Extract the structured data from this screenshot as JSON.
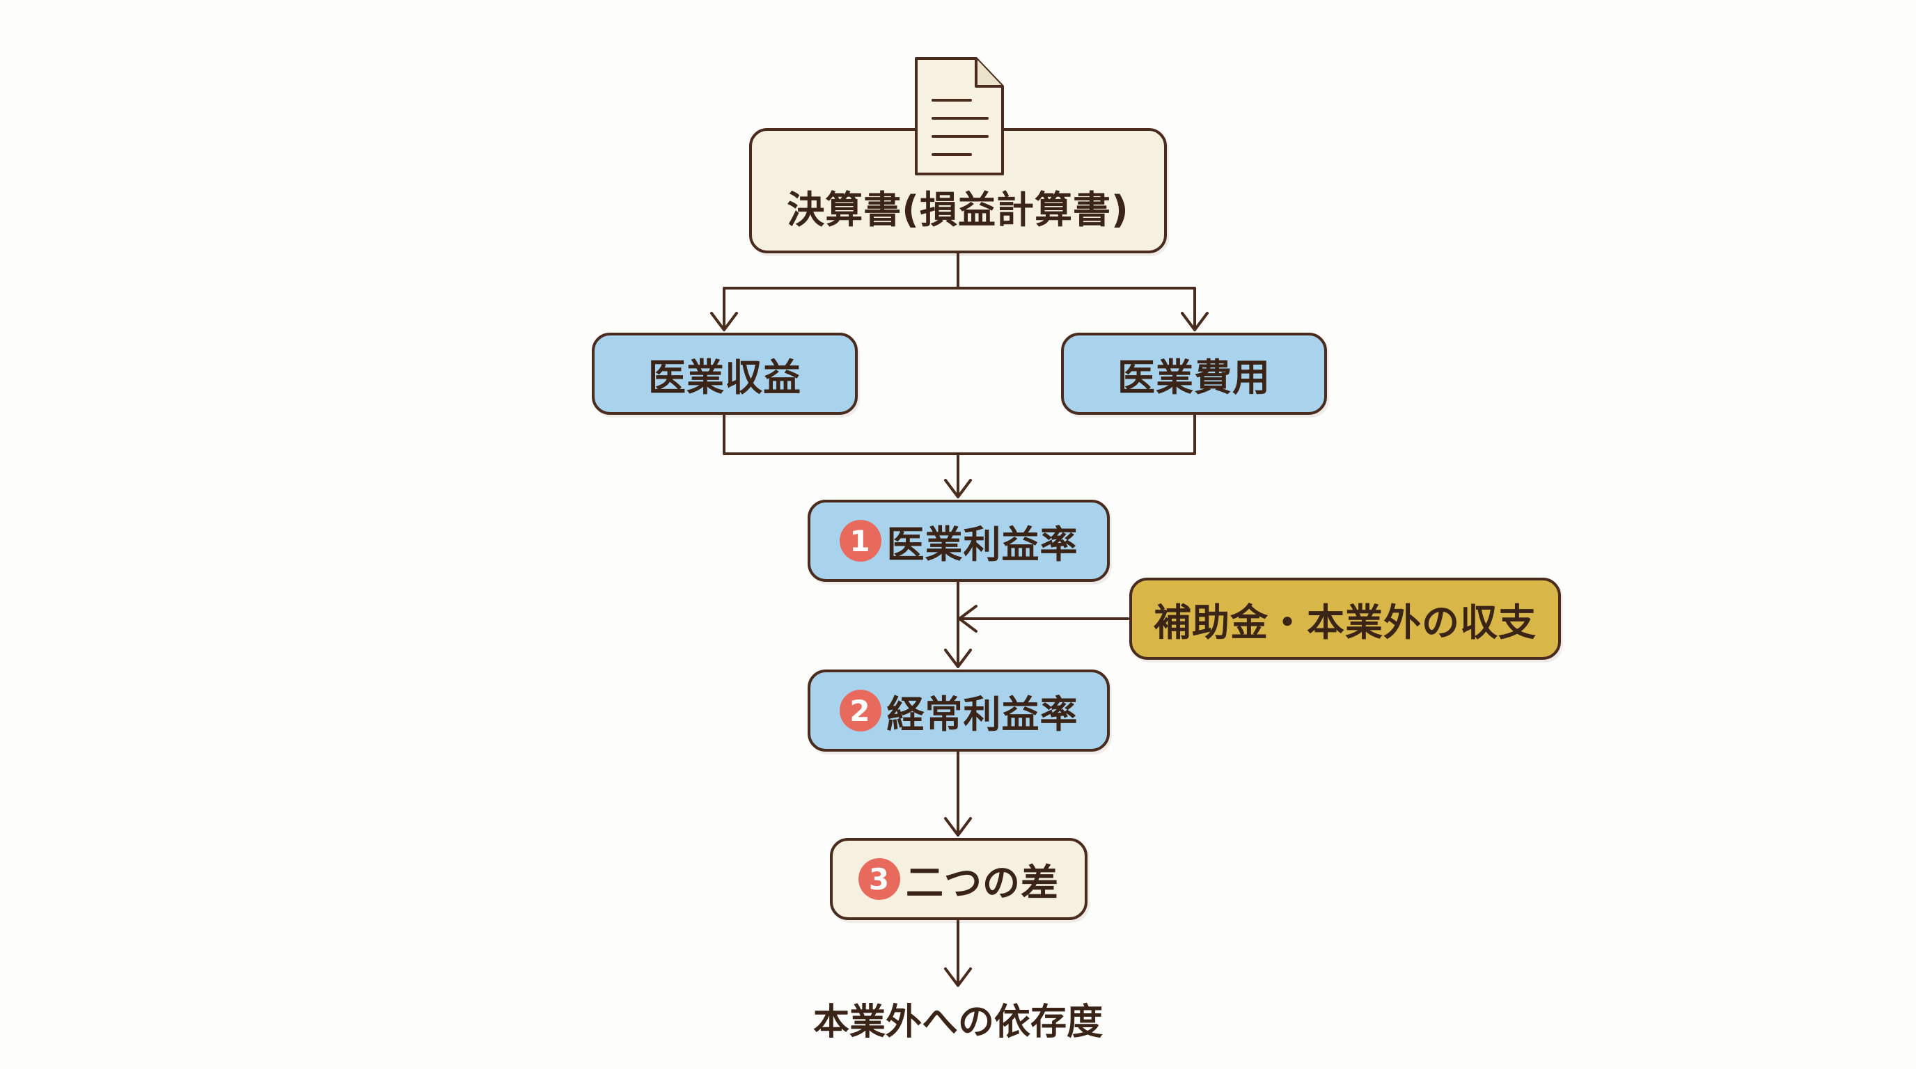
{
  "diagram": {
    "source": {
      "label": "決算書(損益計算書)",
      "icon": "document-icon"
    },
    "revenue": {
      "label": "医業収益"
    },
    "expense": {
      "label": "医業費用"
    },
    "step1": {
      "number": "1",
      "label": "医業利益率"
    },
    "side_input": {
      "label": "補助金・本業外の収支"
    },
    "step2": {
      "number": "2",
      "label": "経常利益率"
    },
    "step3": {
      "number": "3",
      "label": "二つの差"
    },
    "result": {
      "label": "本業外への依存度"
    }
  },
  "colors": {
    "outline": "#4a2c1e",
    "cream": "#f6f0e0",
    "blue": "#a9d3ec",
    "gold": "#d8b648",
    "badge": "#e86a5c"
  }
}
